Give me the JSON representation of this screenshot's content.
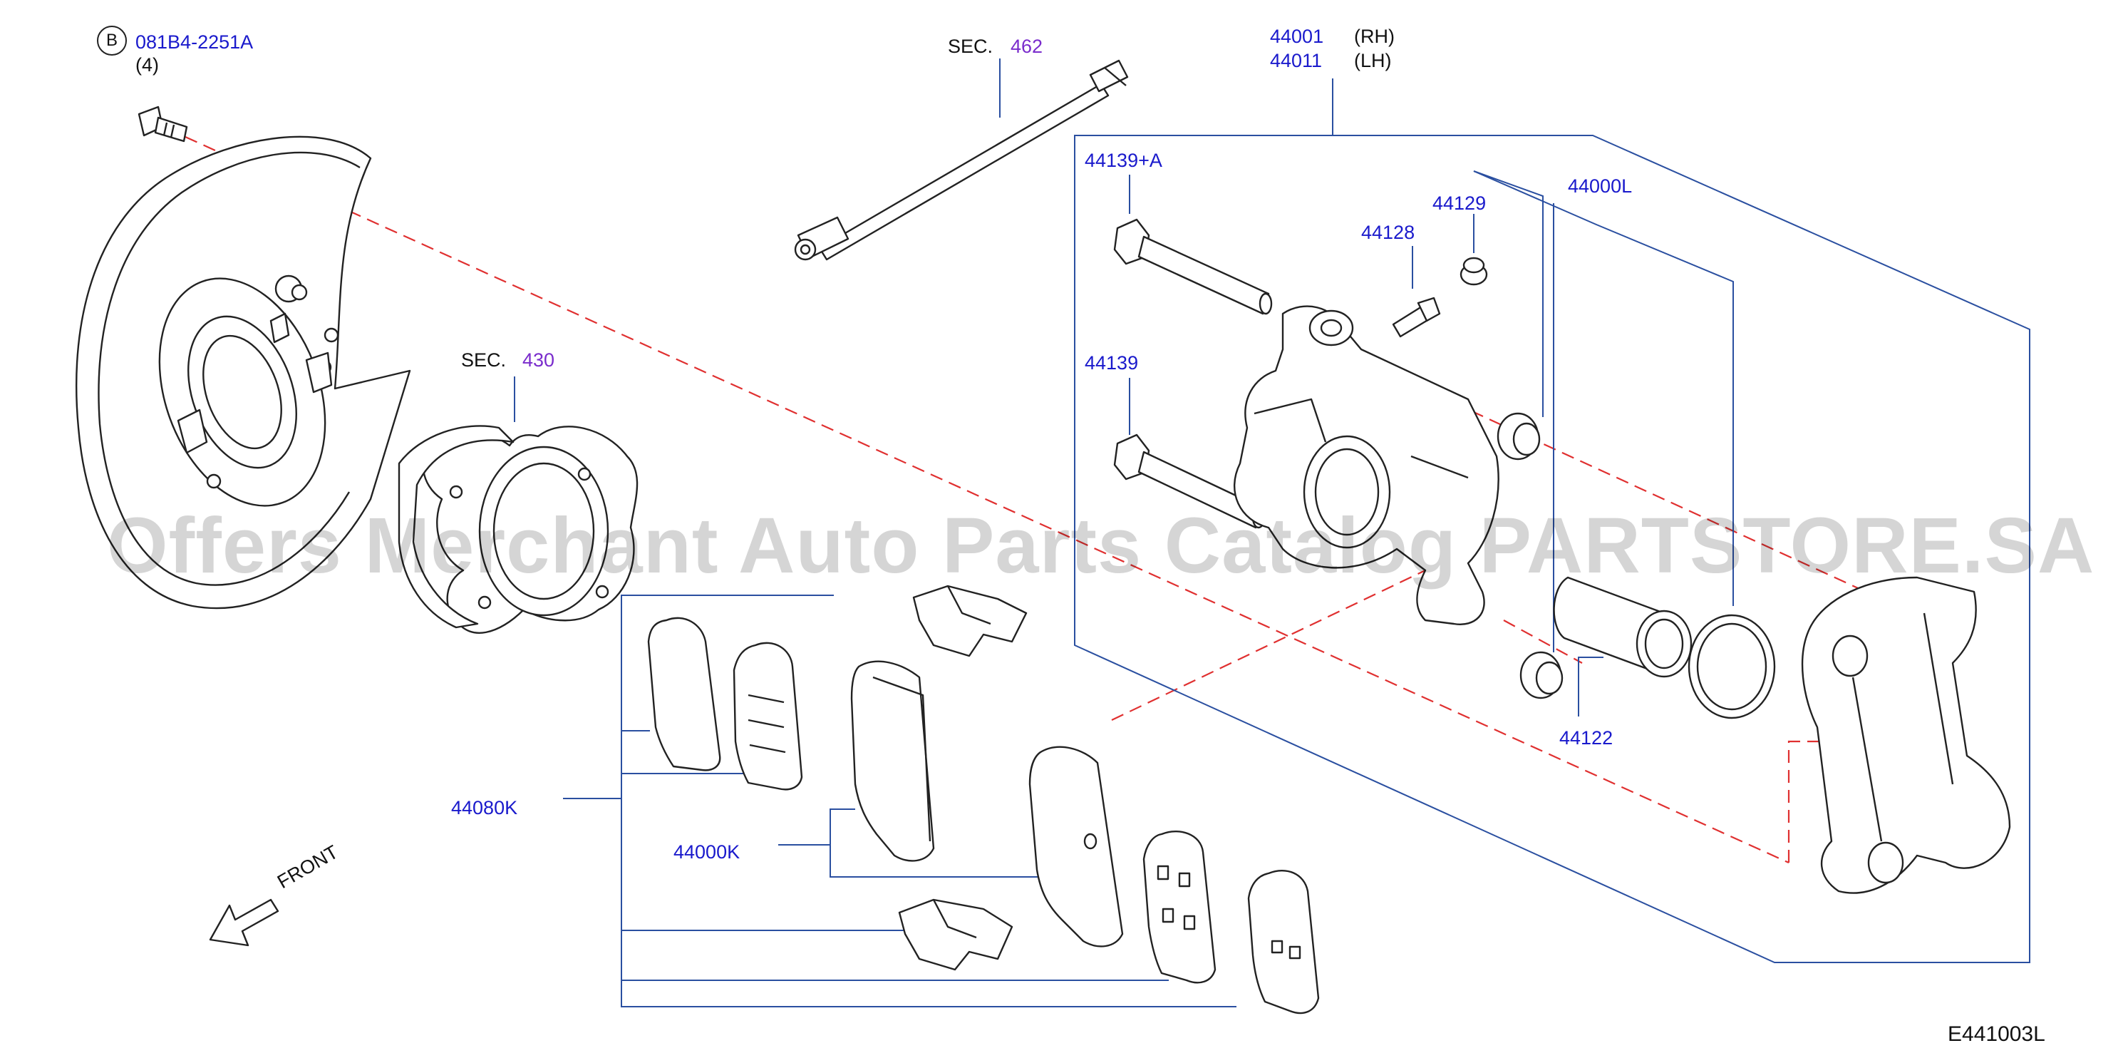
{
  "labels": {
    "bolt_code_badge": "B",
    "bolt_code": "081B4-2251A",
    "bolt_qty": "(4)",
    "sec_hose": "SEC.",
    "sec_hose_num": "462",
    "sec_hub": "SEC.",
    "sec_hub_num": "430",
    "caliper_rh": "44001",
    "caliper_rh_side": "(RH)",
    "caliper_lh": "44011",
    "caliper_lh_side": "(LH)",
    "pin_bolt_a": "44139+A",
    "pin_bolt": "44139",
    "bleeder": "44128",
    "bleeder_cap": "44129",
    "seal_kit": "44000L",
    "piston": "44122",
    "hardware_kit": "44080K",
    "pad_kit": "44000K",
    "front": "FRONT",
    "diagram_code": "E441003L"
  },
  "watermark": "Offers Merchant Auto Parts Catalog PARTSTORE.SA",
  "colors": {
    "label_blue": "#1a1acc",
    "section_purple": "#7a2ccc",
    "leader_blue": "#2a4fa0",
    "dash_red": "#e03030",
    "line_art": "#222222"
  }
}
